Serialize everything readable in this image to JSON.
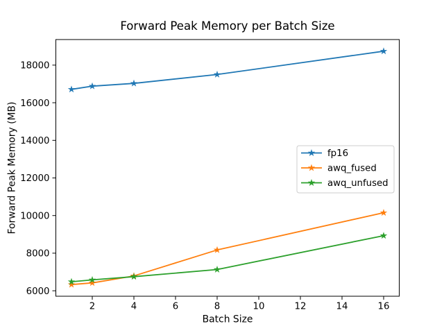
{
  "chart_data": {
    "type": "line",
    "title": "Forward Peak Memory per Batch Size",
    "xlabel": "Batch Size",
    "ylabel": "Forward Peak Memory (MB)",
    "x": [
      1,
      2,
      4,
      8,
      16
    ],
    "series": [
      {
        "name": "fp16",
        "color": "#1f77b4",
        "values": [
          16710,
          16880,
          17030,
          17500,
          18740
        ]
      },
      {
        "name": "awq_fused",
        "color": "#ff7f0e",
        "values": [
          6330,
          6420,
          6790,
          8170,
          10150
        ]
      },
      {
        "name": "awq_unfused",
        "color": "#2ca02c",
        "values": [
          6480,
          6580,
          6750,
          7130,
          8930
        ]
      }
    ],
    "marker": "star",
    "x_ticks": [
      2,
      4,
      6,
      8,
      10,
      12,
      14,
      16
    ],
    "y_ticks": [
      6000,
      8000,
      10000,
      12000,
      14000,
      16000,
      18000
    ],
    "xlim": [
      0.25,
      16.75
    ],
    "ylim": [
      5710,
      19360
    ],
    "grid": false,
    "legend_position": "center right",
    "axis_color": "#000000",
    "legend_border_color": "#cccccc",
    "background_color": "#ffffff"
  }
}
